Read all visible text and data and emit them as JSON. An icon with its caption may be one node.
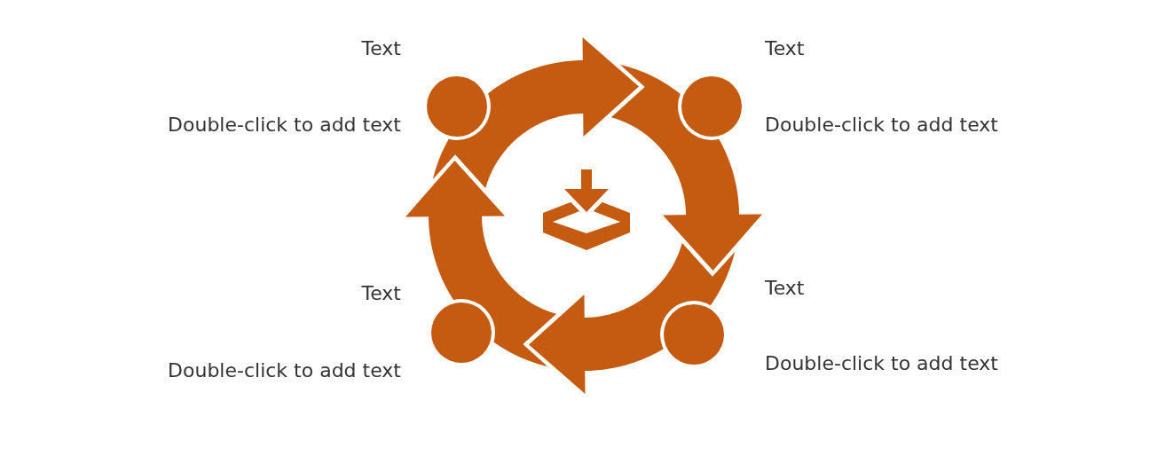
{
  "diagram": {
    "nodes": [
      {
        "text": [],
        "shape": "circle",
        "beside": [
          "Text",
          "Double-click to add text"
        ]
      },
      {
        "text": [],
        "shape": "circle",
        "beside": [
          "Text",
          "Double-click to add text"
        ]
      },
      {
        "text": [],
        "shape": "circle",
        "beside": [
          "Text",
          "Double-click to add text"
        ]
      },
      {
        "text": [],
        "shape": "circle",
        "beside": [
          "Text",
          "Double-click to add text"
        ]
      }
    ],
    "edges": [
      {
        "from": 0,
        "to": 1,
        "arrow": "to"
      },
      {
        "from": 1,
        "to": 3,
        "arrow": "to"
      },
      {
        "from": 3,
        "to": 2,
        "arrow": "to"
      },
      {
        "from": 2,
        "to": 0,
        "arrow": "to"
      }
    ]
  }
}
